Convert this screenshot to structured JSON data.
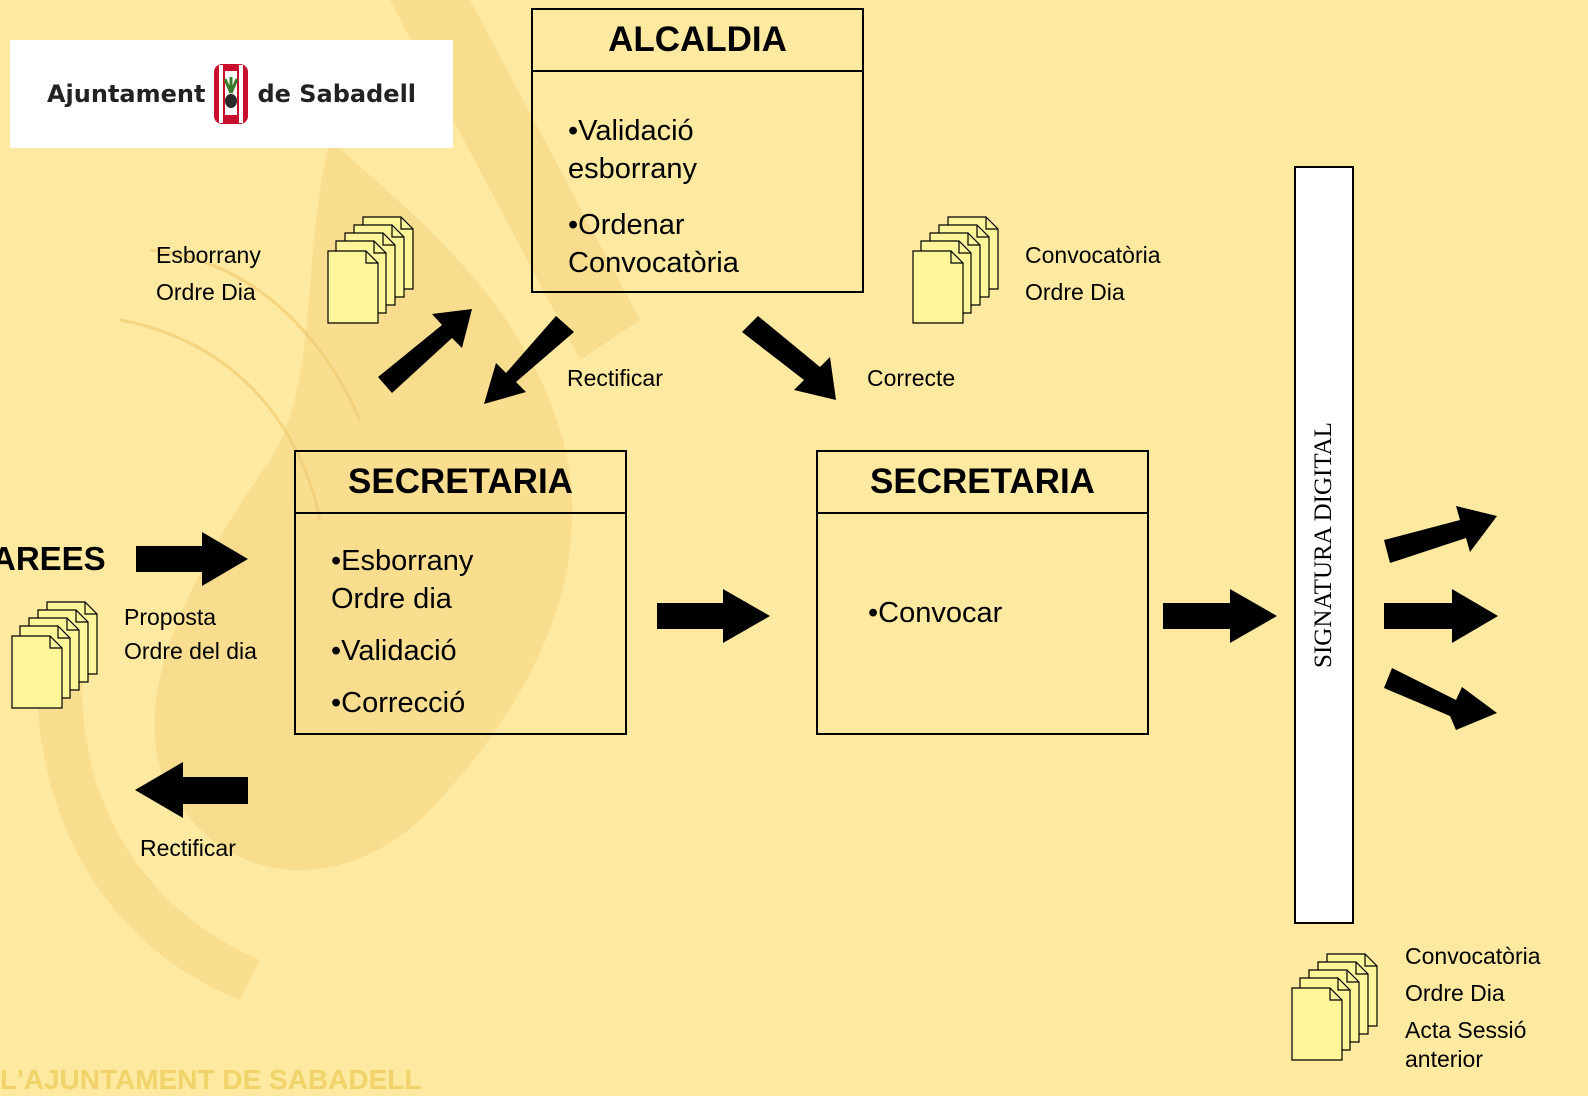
{
  "logo": {
    "left": "Ajuntament",
    "right": "de Sabadell"
  },
  "alcaldia": {
    "title": "ALCALDIA",
    "items": [
      "•Validació esborrany",
      "•Ordenar Convocatòria"
    ]
  },
  "secretaria_1": {
    "title": "SECRETARIA",
    "items": [
      "•Esborrany Ordre dia",
      "•Validació",
      "•Correcció"
    ]
  },
  "secretaria_2": {
    "title": "SECRETARIA",
    "items": [
      "•Convocar"
    ]
  },
  "areas_label": "AREES",
  "labels": {
    "esborrany_line1": "Esborrany",
    "esborrany_line2": "Ordre Dia",
    "convocatoria_line1": "Convocatòria",
    "convocatoria_line2": "Ordre Dia",
    "rectificar_top": "Rectificar",
    "correcte": "Correcte",
    "proposta_line1": "Proposta",
    "proposta_line2": "Ordre del dia",
    "rectificar_bottom": "Rectificar",
    "final_line1": "Convocatòria",
    "final_line2": "Ordre Dia",
    "final_line3": "Acta Sessió",
    "final_line4": "anterior"
  },
  "signature": "SIGNATURA DIGITAL",
  "footer": "L'AJUNTAMENT DE SABADELL"
}
